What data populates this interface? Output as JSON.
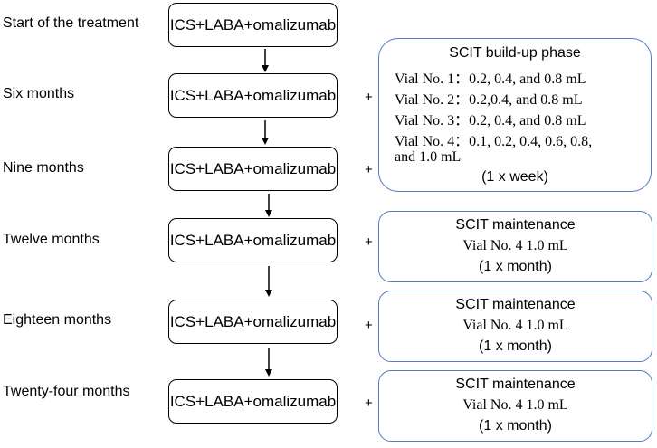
{
  "timeline": [
    {
      "label": "Start of the treatment",
      "treatment": "ICS+LABA+omalizumab"
    },
    {
      "label": "Six months",
      "treatment": "ICS+LABA+omalizumab"
    },
    {
      "label": "Nine months",
      "treatment": "ICS+LABA+omalizumab"
    },
    {
      "label": "Twelve months",
      "treatment": "ICS+LABA+omalizumab"
    },
    {
      "label": "Eighteen months",
      "treatment": "ICS+LABA+omalizumab"
    },
    {
      "label": "Twenty-four months",
      "treatment": "ICS+LABA+omalizumab"
    }
  ],
  "plus_sign": "+",
  "buildup": {
    "title": "SCIT build-up phase",
    "vials": [
      "Vial No. 1：0.2, 0.4, and 0.8 mL",
      "Vial No. 2：0.2,0.4, and 0.8 mL",
      "Vial No. 3：0.2, 0.4, and 0.8 mL",
      "Vial No. 4：0.1, 0.2, 0.4, 0.6, 0.8,",
      "and 1.0 mL"
    ],
    "frequency": "(1 x week)"
  },
  "maintenance": [
    {
      "title": "SCIT maintenance",
      "dose": "Vial No. 4 1.0 mL",
      "frequency": "(1 x month)"
    },
    {
      "title": "SCIT maintenance",
      "dose": "Vial No. 4 1.0 mL",
      "frequency": "(1 x month)"
    },
    {
      "title": "SCIT maintenance",
      "dose": "Vial No. 4 1.0 mL",
      "frequency": "(1 x month)"
    }
  ],
  "colors": {
    "box_border": "#000000",
    "scit_border": "#4f7cc0",
    "arrow": "#000000"
  }
}
